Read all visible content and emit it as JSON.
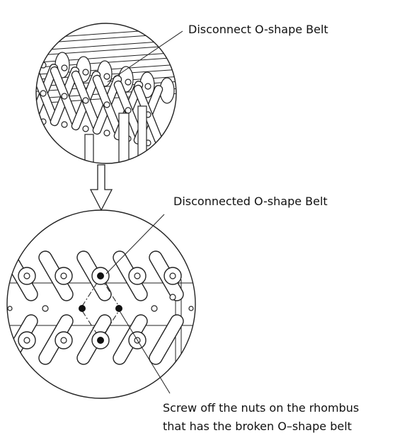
{
  "labels": {
    "top": "Disconnect O-shape Belt",
    "middle": "Disconnected O-shape Belt",
    "bottom_line1": "Screw off the nuts on the rhombus",
    "bottom_line2": "that has the broken O–shape belt"
  },
  "colors": {
    "line": "#222222",
    "background": "#ffffff"
  }
}
